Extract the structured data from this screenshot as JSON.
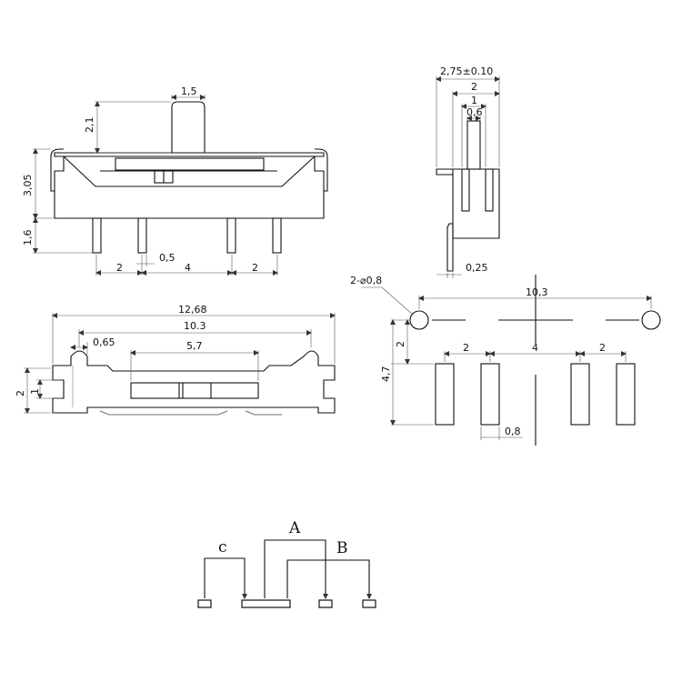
{
  "front_view": {
    "dims": {
      "actuator_width": "1,5",
      "actuator_height": "2,1",
      "body_height": "3,05",
      "pin_length": "1,6",
      "pitch_left": "2",
      "gap": "0,5",
      "pitch_center": "4",
      "pitch_right": "2"
    }
  },
  "side_view": {
    "dims": {
      "overall": "2,75±0.10",
      "width_2": "2",
      "width_1": "1",
      "width_06": "0,6",
      "pin_thickness": "0,25"
    }
  },
  "top_view": {
    "dims": {
      "overall_length": "12,68",
      "mount_span": "10.3",
      "tab": "0,65",
      "slot": "5,7",
      "height_2": "2",
      "height_1": "1"
    }
  },
  "footprint": {
    "dims": {
      "hole_callout": "2-⌀0,8",
      "hole_span": "10,3",
      "offset_2": "2",
      "height_47": "4,7",
      "pitch_left": "2",
      "pitch_center": "4",
      "pitch_right": "2",
      "pad_width": "0,8"
    }
  },
  "schematic": {
    "labels": {
      "c": "c",
      "a": "A",
      "b": "B"
    }
  }
}
